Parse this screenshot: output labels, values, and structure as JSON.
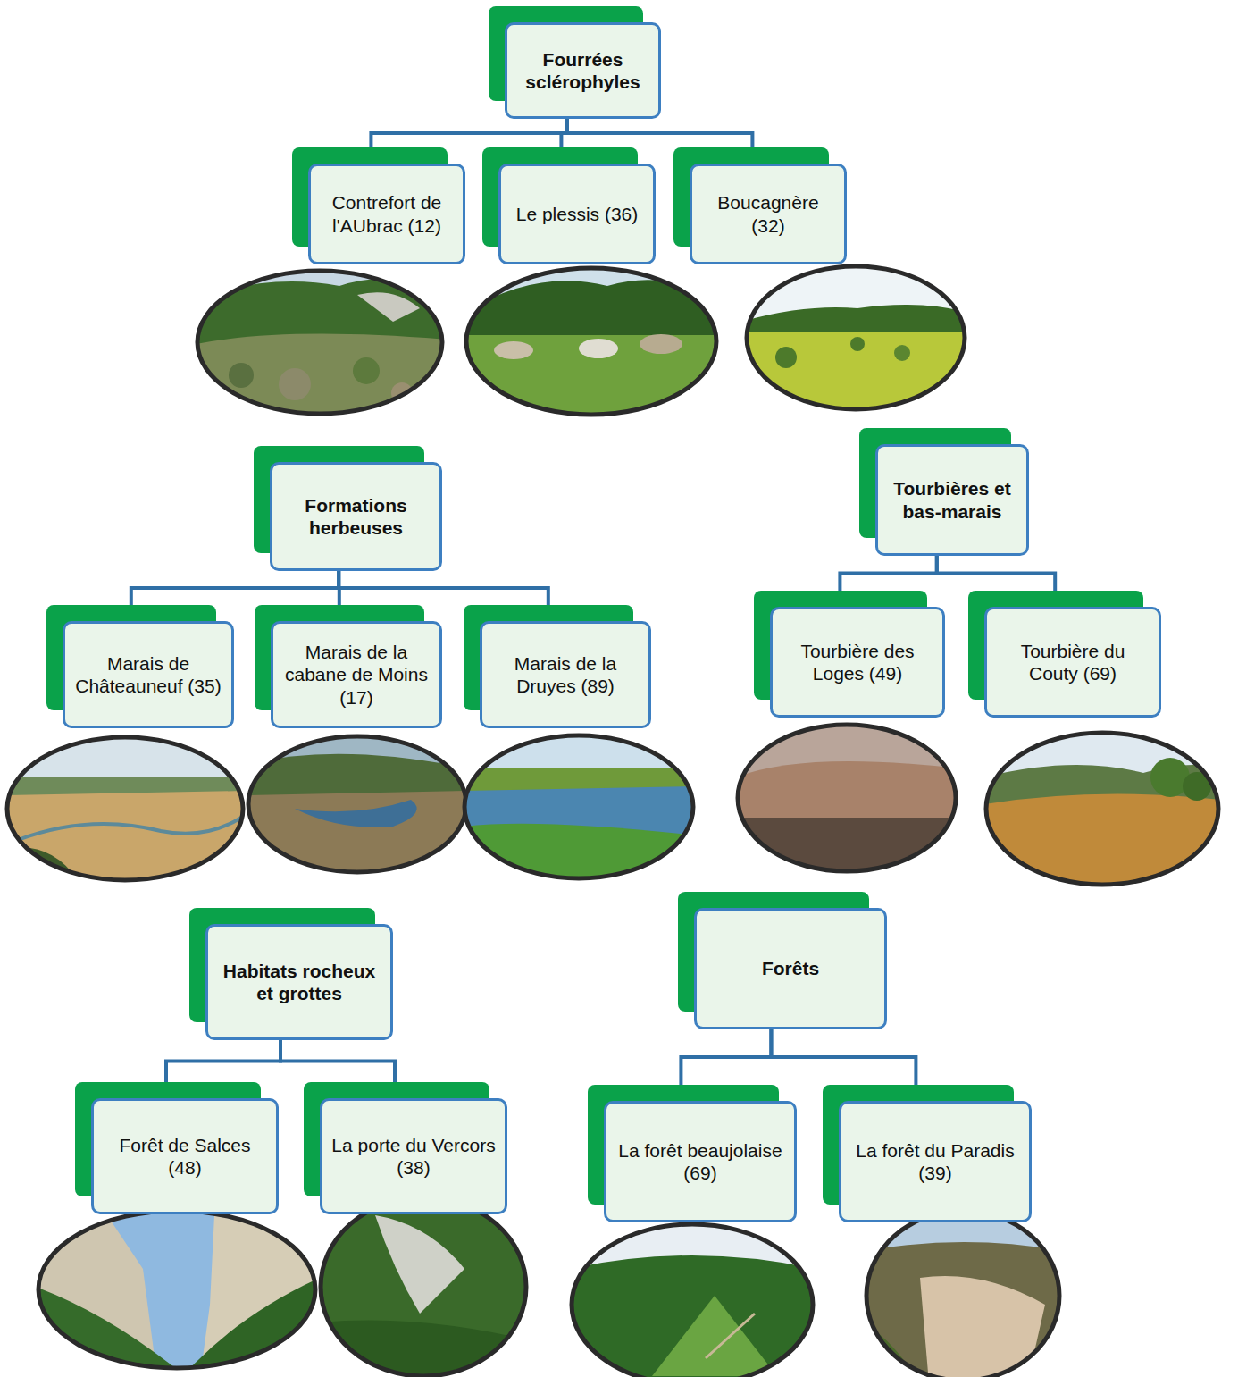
{
  "diagram": {
    "nodes": [
      {
        "text": [
          "Fourrées sclérophyles"
        ]
      },
      {
        "text": [
          "Contrefort de l'AUbrac (12)"
        ]
      },
      {
        "text": [
          "Le plessis (36)"
        ]
      },
      {
        "text": [
          "Boucagnère (32)"
        ]
      },
      {
        "text": [
          "Formations herbeuses"
        ]
      },
      {
        "text": [
          "Marais de Châteauneuf (35)"
        ]
      },
      {
        "text": [
          "Marais de la cabane de Moins (17)"
        ]
      },
      {
        "text": [
          "Marais de la Druyes (89)"
        ]
      },
      {
        "text": [
          "Tourbières et bas-marais"
        ]
      },
      {
        "text": [
          "Tourbière des Loges (49)"
        ]
      },
      {
        "text": [
          "Tourbière du Couty (69)"
        ]
      },
      {
        "text": [
          "Habitats rocheux et grottes"
        ]
      },
      {
        "text": [
          "Forêt de Salces (48)"
        ]
      },
      {
        "text": [
          "La porte du Vercors (38)"
        ]
      },
      {
        "text": [
          "Forêts"
        ]
      },
      {
        "text": [
          "La forêt beaujolaise (69)"
        ]
      },
      {
        "text": [
          "La forêt du Paradis (39)"
        ]
      }
    ],
    "edges": [
      {
        "from": 0,
        "to": 1,
        "arrow": "none"
      },
      {
        "from": 0,
        "to": 2,
        "arrow": "none"
      },
      {
        "from": 0,
        "to": 3,
        "arrow": "none"
      },
      {
        "from": 4,
        "to": 5,
        "arrow": "none"
      },
      {
        "from": 4,
        "to": 6,
        "arrow": "none"
      },
      {
        "from": 4,
        "to": 7,
        "arrow": "none"
      },
      {
        "from": 8,
        "to": 9,
        "arrow": "none"
      },
      {
        "from": 8,
        "to": 10,
        "arrow": "none"
      },
      {
        "from": 11,
        "to": 12,
        "arrow": "none"
      },
      {
        "from": 11,
        "to": 13,
        "arrow": "none"
      },
      {
        "from": 14,
        "to": 15,
        "arrow": "none"
      },
      {
        "from": 14,
        "to": 16,
        "arrow": "none"
      }
    ]
  }
}
